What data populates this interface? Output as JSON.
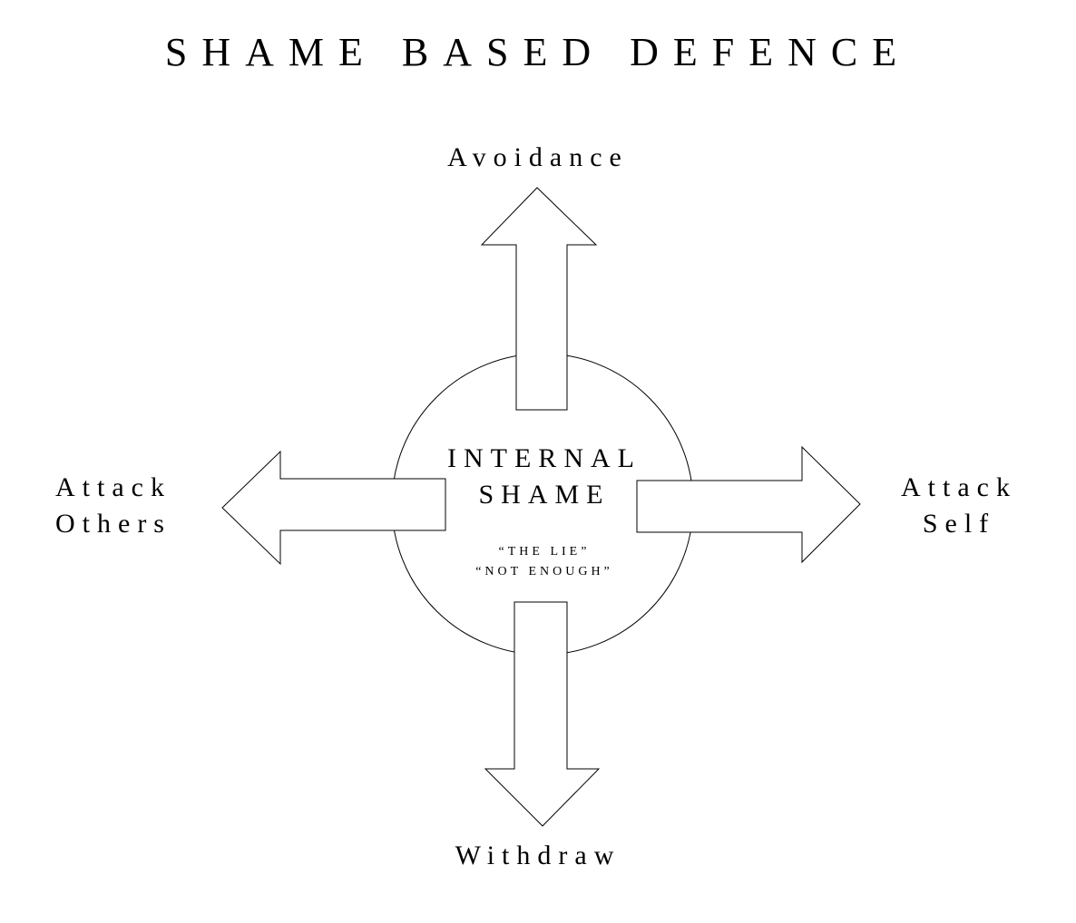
{
  "title": "SHAME BASED DEFENCE",
  "center": {
    "line1": "INTERNAL",
    "line2": "SHAME",
    "quote1": "“THE LIE”",
    "quote2": "“NOT ENOUGH”"
  },
  "directions": {
    "up": "Avoidance",
    "down": "Withdraw",
    "left_line1": "Attack",
    "left_line2": "Others",
    "right_line1": "Attack",
    "right_line2": "Self"
  },
  "colors": {
    "stroke": "#000000",
    "background": "#ffffff",
    "text": "#000000"
  }
}
